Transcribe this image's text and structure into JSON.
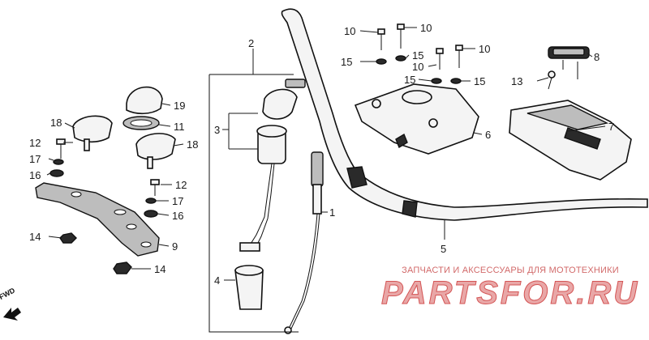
{
  "callouts": {
    "c1": "1",
    "c2": "2",
    "c3": "3",
    "c4": "4",
    "c5": "5",
    "c6": "6",
    "c7": "7",
    "c8": "8",
    "c9": "9",
    "c10a": "10",
    "c10b": "10",
    "c10c": "10",
    "c10d": "10",
    "c11": "11",
    "c12a": "12",
    "c12b": "12",
    "c13": "13",
    "c14a": "14",
    "c14b": "14",
    "c15a": "15",
    "c15b": "15",
    "c15c": "15",
    "c15d": "15",
    "c16a": "16",
    "c16b": "16",
    "c17a": "17",
    "c17b": "17",
    "c18a": "18",
    "c18b": "18",
    "c19": "19"
  },
  "watermark": {
    "caption": "ЗАПЧАСТИ И АКСЕССУАРЫ ДЛЯ МОТОТЕХНИКИ",
    "brand": "PARTSFOR.RU"
  },
  "orientation": {
    "fwd": "FWD"
  },
  "colors": {
    "line": "#111111",
    "watermark": "#d45555"
  }
}
